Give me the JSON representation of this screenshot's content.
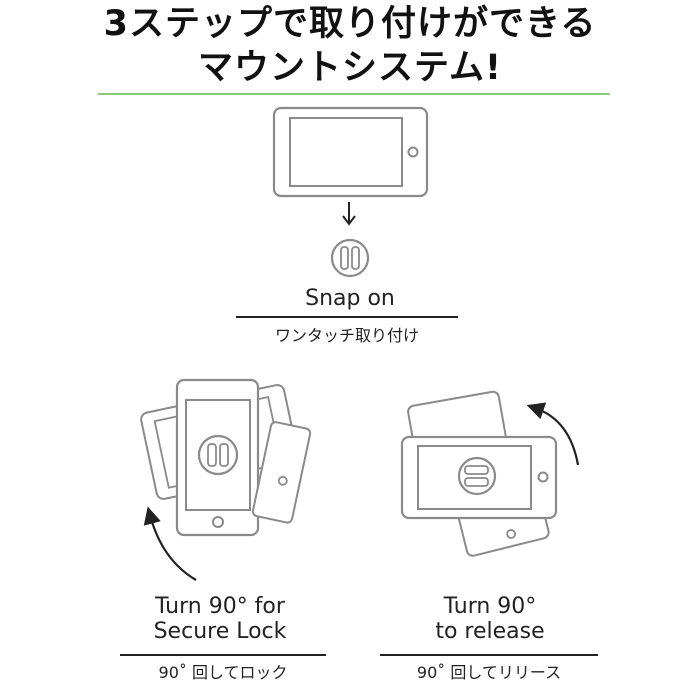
{
  "heading": {
    "line1": "3ステップで取り付けができる",
    "line2": "マウントシステム!"
  },
  "steps": [
    {
      "caption_en": "Snap on",
      "caption_jp": "ワンタッチ取り付け"
    },
    {
      "caption_en_line1": "Turn 90° for",
      "caption_en_line2": "Secure Lock",
      "caption_jp": "90˚ 回してロック"
    },
    {
      "caption_en_line1": "Turn 90°",
      "caption_en_line2": "to release",
      "caption_jp": "90˚ 回してリリース"
    }
  ],
  "colors": {
    "accent_rule": "#8cc97a",
    "phone_stroke": "#8a8a8a",
    "text": "#222222"
  }
}
